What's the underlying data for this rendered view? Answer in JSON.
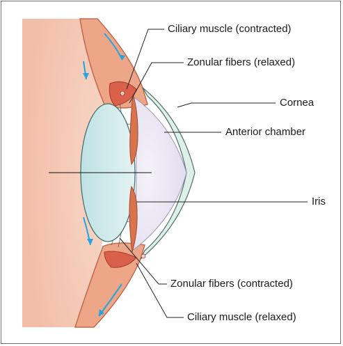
{
  "labels": {
    "ciliary_contracted": "Ciliary muscle (contracted)",
    "zonular_relaxed": "Zonular fibers (relaxed)",
    "cornea": "Cornea",
    "anterior_chamber": "Anterior chamber",
    "iris": "Iris",
    "zonular_contracted": "Zonular fibers (contracted)",
    "ciliary_relaxed": "Ciliary muscle (relaxed)"
  },
  "colors": {
    "vitreous": "#f6c9b6",
    "sclera": "#eda687",
    "sclera_edge": "#c2684f",
    "cornea": "#def0e9",
    "chamber": "#eae5f2",
    "lens": "#cfe9ea",
    "iris": "#d8734d",
    "muscle": "#d9604a",
    "arrow": "#23a6e0",
    "leader": "#222222"
  }
}
